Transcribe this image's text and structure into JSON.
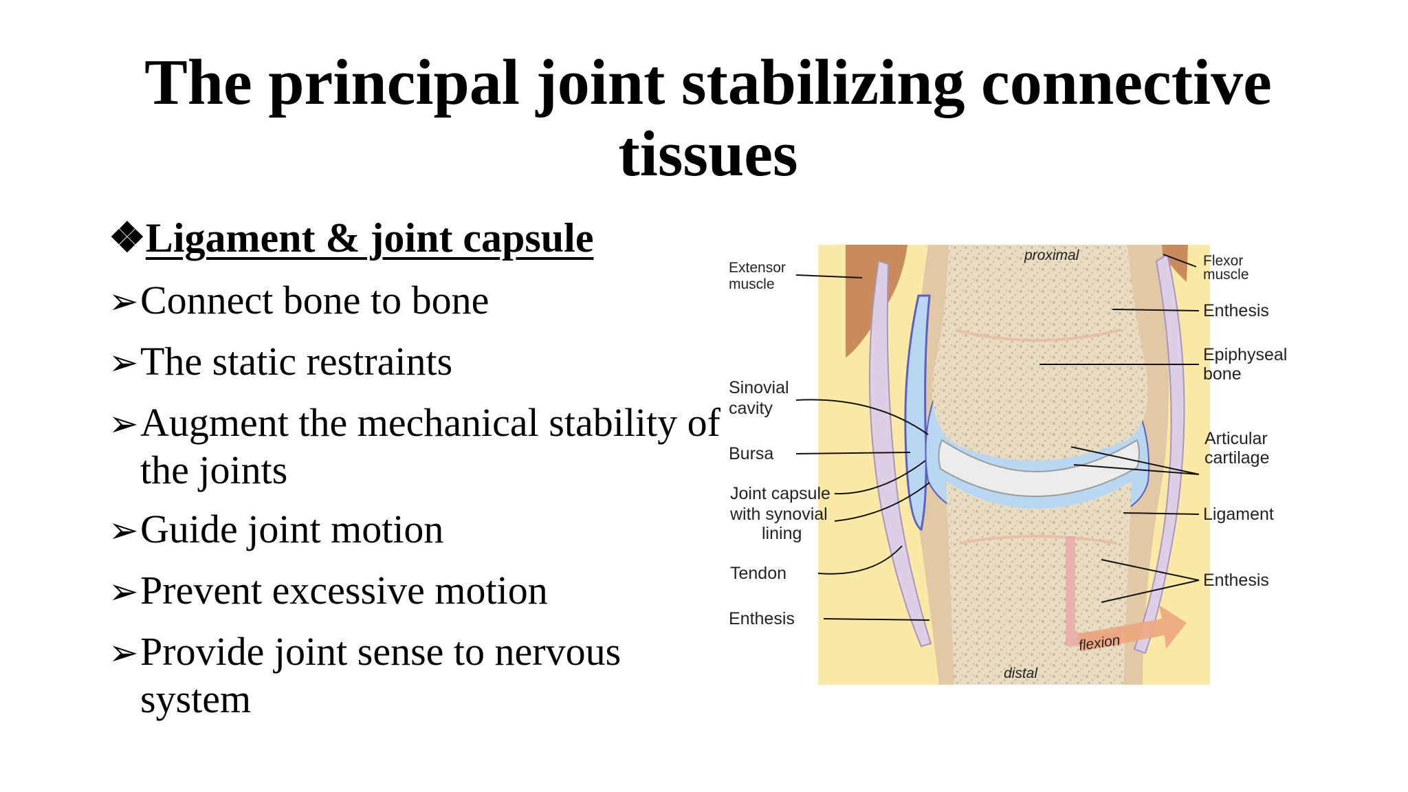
{
  "slide": {
    "title": "The principal joint stabilizing connective tissues",
    "section_marker": "❖",
    "section_heading": "Ligament & joint capsule",
    "arrow": "➢",
    "items": [
      "Connect bone to bone",
      "The static restraints",
      "Augment the mechanical stability of the joints",
      "Guide joint motion",
      "Prevent excessive motion",
      "Provide joint sense to nervous system"
    ]
  },
  "diagram": {
    "labels": {
      "proximal": "proximal",
      "distal": "distal",
      "flexion": "flexion",
      "extensor_1": "Extensor",
      "extensor_2": "muscle",
      "flexor_1": "Flexor",
      "flexor_2": "muscle",
      "enthesis_top_right": "Enthesis",
      "epiphyseal_1": "Epiphyseal",
      "epiphyseal_2": "bone",
      "synovial_1": "Sinovial",
      "synovial_2": "cavity",
      "bursa": "Bursa",
      "articular_1": "Articular",
      "articular_2": "cartilage",
      "capsule_1": "Joint capsule",
      "capsule_2": "with synovial",
      "capsule_3": "lining",
      "ligament": "Ligament",
      "tendon": "Tendon",
      "enthesis_mid_right": "Enthesis",
      "enthesis_bottom_left": "Enthesis"
    },
    "colors": {
      "fat": "#fbe9a6",
      "muscle": "#c98b5c",
      "bone": "#e2c9a6",
      "tendon": "#ddd0e6",
      "cavity": "#b9d7f2",
      "cartilage": "#ececec",
      "arrow": "#eda680"
    }
  }
}
